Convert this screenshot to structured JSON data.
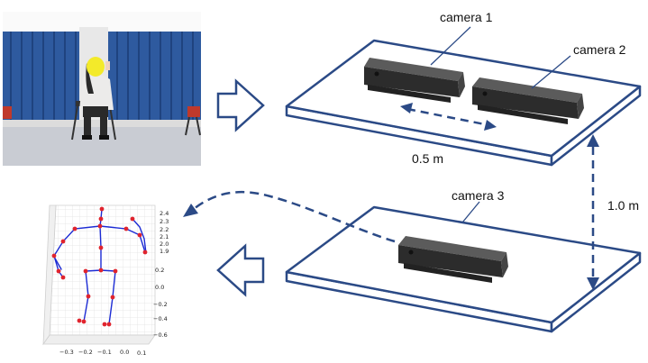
{
  "labels": {
    "camera_1": "camera 1",
    "camera_2": "camera 2",
    "camera_3": "camera 3",
    "horizontal_distance": "0.5 m",
    "vertical_distance": "1.0 m"
  },
  "plot": {
    "x_ticks": [
      "−0.3",
      "−0.2",
      "−0.1",
      "0.0",
      "0.1"
    ],
    "y_ticks": [
      "0.2",
      "0.0",
      "−0.2",
      "−0.4",
      "−0.6"
    ],
    "z_ticks": [
      "2.4",
      "2.3",
      "2.2",
      "2.1",
      "2.0",
      "1.9"
    ]
  },
  "colors": {
    "outline": "#2b4a86",
    "skeleton_line": "#1c2bd4",
    "joint": "#e0242e",
    "curtain": "#2e5a9f"
  }
}
